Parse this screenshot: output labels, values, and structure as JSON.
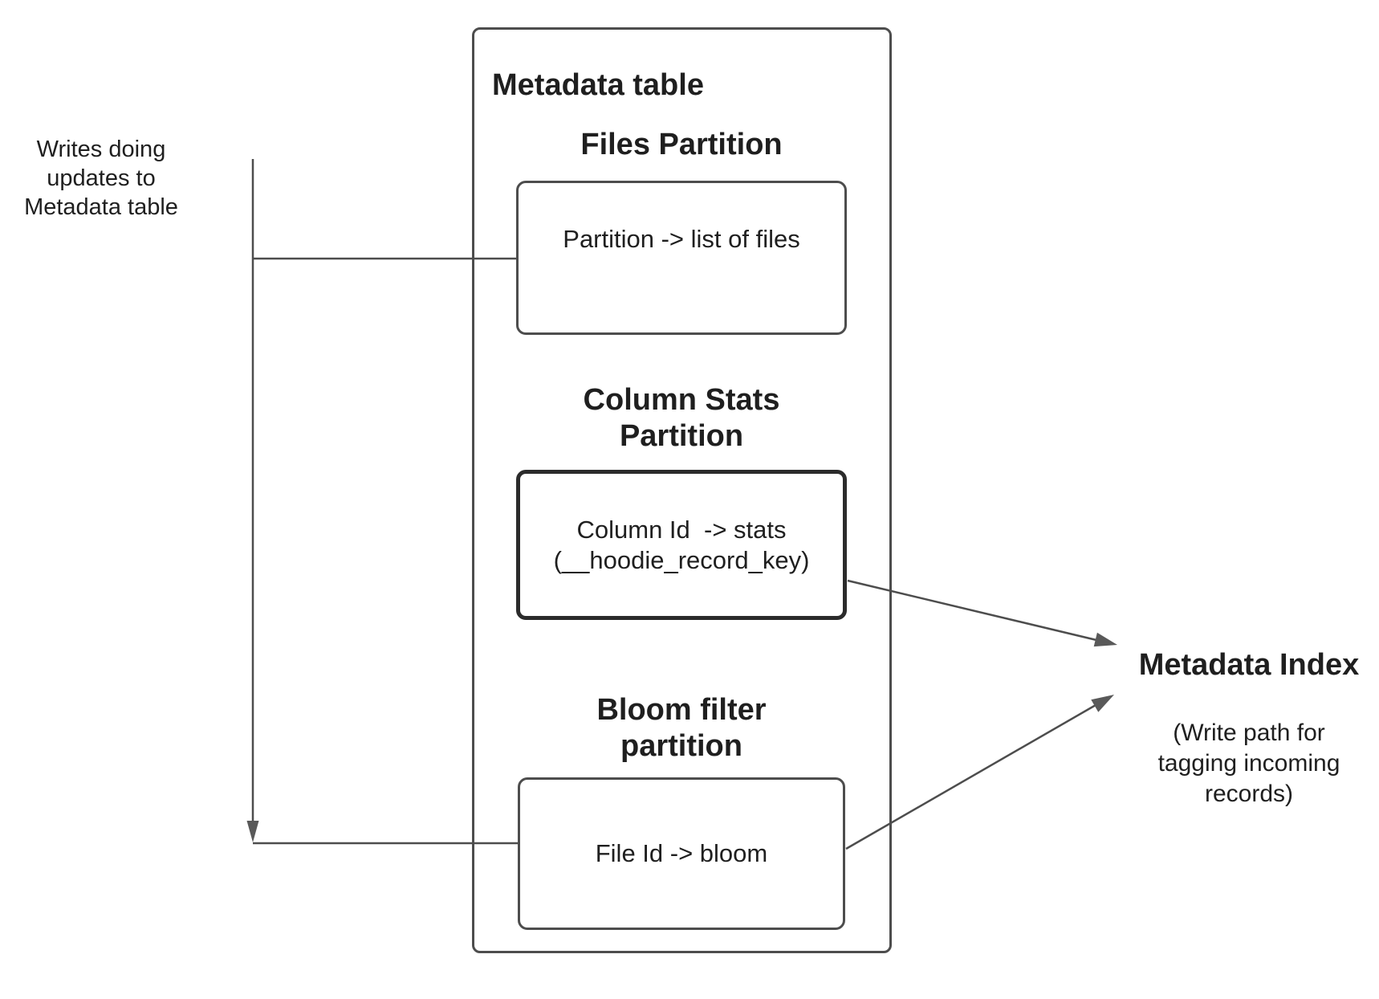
{
  "colors": {
    "line": "#4d4d4d",
    "arrowhead": "#595959",
    "text": "#1f1f1f",
    "background": "#ffffff"
  },
  "left_note": {
    "lines": [
      "Writes doing",
      "updates to",
      "Metadata table"
    ]
  },
  "metadata_table": {
    "title": "Metadata table",
    "files_partition": {
      "heading": "Files Partition",
      "box_text": "Partition -> list of files"
    },
    "column_stats_partition": {
      "heading_lines": [
        "Column Stats",
        "Partition"
      ],
      "box_lines": [
        "Column Id  -> stats",
        "(__hoodie_record_key)"
      ]
    },
    "bloom_filter_partition": {
      "heading_lines": [
        "Bloom filter",
        "partition"
      ],
      "box_text": "File Id -> bloom"
    }
  },
  "metadata_index": {
    "title": "Metadata Index",
    "subtitle_lines": [
      "(Write path for",
      "tagging incoming",
      "records)"
    ]
  }
}
